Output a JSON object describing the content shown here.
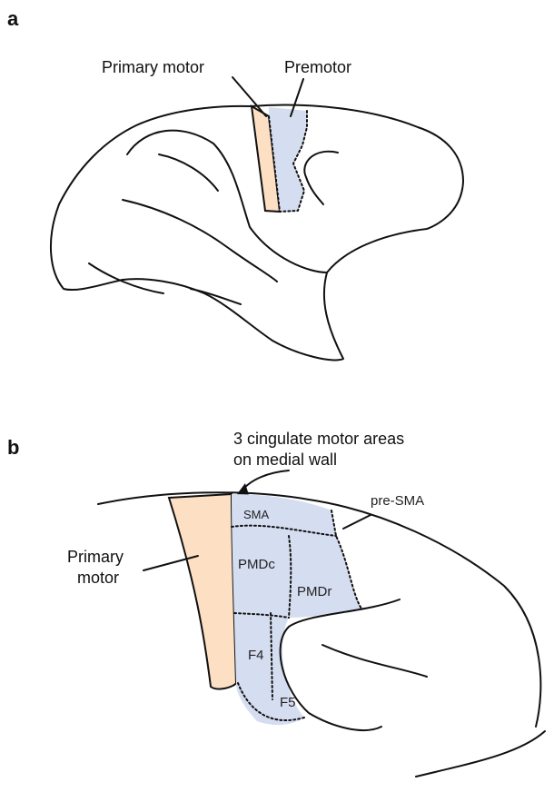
{
  "colors": {
    "primary_motor_fill": "#fde0c4",
    "premotor_fill": "#d5ddf0",
    "outline": "#111111"
  },
  "panel_a": {
    "letter": "a",
    "label_primary_motor": "Primary motor",
    "label_premotor": "Premotor"
  },
  "panel_b": {
    "letter": "b",
    "cingulate_note_line1": "3 cingulate motor areas",
    "cingulate_note_line2": "on medial wall",
    "label_primary_motor_line1": "Primary",
    "label_primary_motor_line2": "motor",
    "label_pre_sma": "pre-SMA",
    "areas": {
      "sma": "SMA",
      "pmdc": "PMDc",
      "pmdr": "PMDr",
      "f4": "F4",
      "f5": "F5"
    }
  }
}
